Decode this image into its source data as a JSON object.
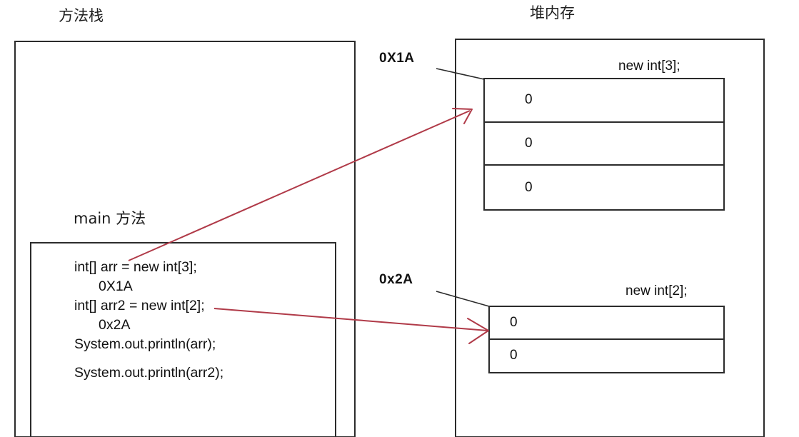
{
  "diagram": {
    "title_stack": "方法栈",
    "title_heap": "堆内存",
    "accent_arrow_color": "#b03a48",
    "line_color": "#2b2b2b"
  },
  "stack": {
    "main_method_label": "main 方法",
    "code_lines": [
      "int[] arr = new int[3];",
      "0X1A",
      "int[] arr2 = new int[2];",
      "0x2A",
      "System.out.println(arr);",
      "System.out.println(arr2);"
    ]
  },
  "addresses": {
    "first": "0X1A",
    "second": "0x2A"
  },
  "heap": {
    "arrays": [
      {
        "label": "new int[3];",
        "cells": [
          "0",
          "0",
          "0"
        ]
      },
      {
        "label": "new int[2];",
        "cells": [
          "0",
          "0"
        ]
      }
    ]
  }
}
